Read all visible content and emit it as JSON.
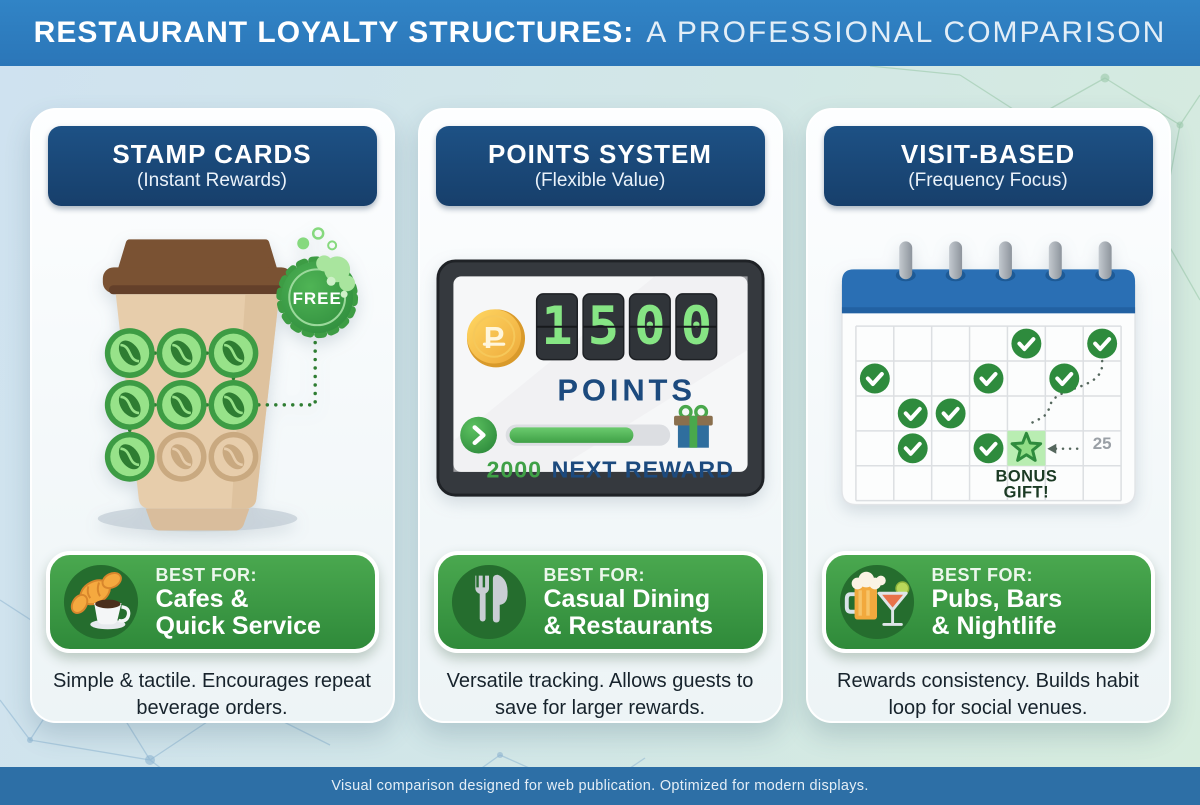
{
  "header": {
    "title_strong": "RESTAURANT LOYALTY STRUCTURES:",
    "title_light": "A PROFESSIONAL COMPARISON"
  },
  "footer": {
    "text": "Visual comparison designed for web publication. Optimized for modern displays."
  },
  "colors": {
    "top_bar_blue": "#2e7cc0",
    "bottom_bar_blue": "#2d6fa6",
    "card_header_navy": "#1a4a7e",
    "accent_green": "#3d9c44",
    "best_pill_green": "#3f9a46",
    "coin_gold": "#f2b53f",
    "digit_green": "#86e584",
    "calendar_blue": "#2a6fb4"
  },
  "cards": [
    {
      "id": "stamp-cards",
      "title": "STAMP CARDS",
      "subtitle": "(Instant Rewards)",
      "illustration": {
        "type": "coffee-cup-stamp-card",
        "badge_text": "FREE",
        "stamps_filled": 7,
        "stamps_total": 9
      },
      "best_for_icon": "croissant-coffee-icon",
      "best_for_label": "BEST FOR:",
      "best_for_line1": "Cafes &",
      "best_for_line2": "Quick Service",
      "description": "Simple & tactile. Encourages repeat beverage orders."
    },
    {
      "id": "points-system",
      "title": "POINTS SYSTEM",
      "subtitle": "(Flexible Value)",
      "illustration": {
        "type": "points-tablet",
        "coin_symbol": "P",
        "digits": [
          "1",
          "5",
          "0",
          "0"
        ],
        "points_label": "POINTS",
        "next_value": "2000",
        "next_label": "NEXT REWARD",
        "progress_percent": 75
      },
      "best_for_icon": "fork-knife-icon",
      "best_for_label": "BEST FOR:",
      "best_for_line1": "Casual Dining",
      "best_for_line2": "& Restaurants",
      "description": "Versatile tracking. Allows guests to save for larger rewards."
    },
    {
      "id": "visit-based",
      "title": "VISIT-BASED",
      "subtitle": "(Frequency Focus)",
      "illustration": {
        "type": "visit-calendar",
        "checked_days": 9,
        "day_number": "25",
        "bonus_line1": "BONUS",
        "bonus_line2": "GIFT!"
      },
      "best_for_icon": "beer-cocktail-icon",
      "best_for_label": "BEST FOR:",
      "best_for_line1": "Pubs, Bars",
      "best_for_line2": "& Nightlife",
      "description": "Rewards consistency. Builds habit loop for social venues."
    }
  ]
}
